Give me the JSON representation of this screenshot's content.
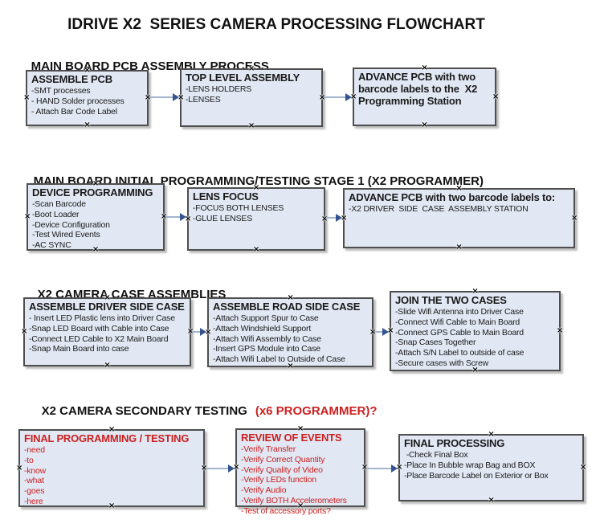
{
  "title": "IDRIVE X2  SERIES CAMERA PROCESSING FLOWCHART",
  "colors": {
    "box_fill": "#e1e8f4",
    "box_border": "#4e4e4e",
    "box_shadow": "#bdbdbd",
    "arrow_line": "#a3b6d0",
    "arrow_head": "#35548f",
    "red_text": "#cc2020",
    "black_text": "#1a1a1a"
  },
  "icons": {
    "handle_glyph": "×"
  },
  "sections": [
    {
      "header_text": "MAIN BOARD PCB ASSEMBLY PROCESS",
      "header_suffix": "",
      "boxes": [
        {
          "title": "ASSEMBLE PCB",
          "text_color": "black",
          "items": [
            "-SMT processes",
            "- HAND Solder processes",
            "- Attach Bar Code Label"
          ]
        },
        {
          "title": "TOP LEVEL ASSEMBLY",
          "text_color": "black",
          "items": [
            "-LENS HOLDERS",
            "-LENSES"
          ]
        },
        {
          "title": "ADVANCE PCB with two barcode labels to the  X2 Programming Station",
          "text_color": "black",
          "items": []
        }
      ]
    },
    {
      "header_text": "MAIN BOARD INITIAL PROGRAMMING/TESTING STAGE 1 (X2 PROGRAMMER)",
      "header_suffix": "",
      "boxes": [
        {
          "title": "DEVICE PROGRAMMING",
          "text_color": "black",
          "items": [
            "-Scan Barcode",
            "-Boot Loader",
            "-Device Configuration",
            "-Test Wired Events",
            "-AC SYNC"
          ]
        },
        {
          "title": "LENS FOCUS",
          "text_color": "black",
          "items": [
            "-FOCUS BOTH LENSES",
            "-GLUE LENSES"
          ]
        },
        {
          "title": "ADVANCE PCB with two barcode labels to:",
          "text_color": "black",
          "items": [
            "-X2 DRIVER  SIDE  CASE  ASSEMBLY STATION"
          ]
        }
      ]
    },
    {
      "header_text": "X2 CAMERA CASE ASSEMBLIES",
      "header_suffix": "",
      "boxes": [
        {
          "title": "ASSEMBLE DRIVER SIDE CASE",
          "text_color": "black",
          "items": [
            "- Insert LED Plastic lens into Driver Case",
            "-Snap LED Board with Cable into Case",
            "-Connect LED Cable to X2 Main Board",
            "-Snap Main Board into case"
          ]
        },
        {
          "title": "ASSEMBLE ROAD SIDE CASE",
          "text_color": "black",
          "items": [
            "-Attach Support Spur to Case",
            "-Attach Windshield Support",
            "-Attach Wifi Assembly to Case",
            "-Insert GPS Module into Case",
            "-Attach Wifi Label to Outside of Case"
          ]
        },
        {
          "title": "JOIN THE TWO CASES",
          "text_color": "black",
          "items": [
            "-Slide Wifi Antenna into Driver Case",
            "-Connect Wifi Cable to Main Board",
            "-Connect GPS Cable to Main Board",
            "-Snap Cases Together",
            "-Attach S/N Label to outside of case",
            "-Secure cases with Screw"
          ]
        }
      ]
    },
    {
      "header_text": "X2 CAMERA SECONDARY TESTING",
      "header_suffix": "(x6 PROGRAMMER)?",
      "boxes": [
        {
          "title": "FINAL PROGRAMMING / TESTING",
          "text_color": "red",
          "items": [
            "-need",
            "-to",
            "-know",
            "-what",
            "-goes",
            "-here"
          ]
        },
        {
          "title": "REVIEW OF EVENTS",
          "text_color": "red",
          "items": [
            "-Verify Transfer",
            "-Verify Correct Quantity",
            "-Verify Quality of Video",
            "-Verify LEDs function",
            "-Verify Audio",
            "-Verify BOTH Accelerometers",
            "-Test of accessory ports?"
          ]
        },
        {
          "title": "FINAL PROCESSING",
          "text_color": "black",
          "items": [
            " -Check Final Box",
            "-Place In Bubble wrap Bag and BOX",
            "-Place Barcode Label on Exterior or Box"
          ]
        }
      ]
    }
  ]
}
